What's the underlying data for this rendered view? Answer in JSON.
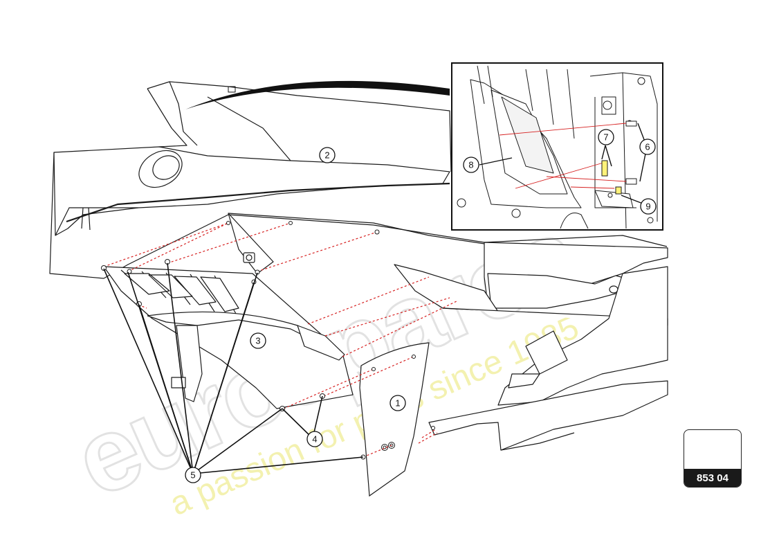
{
  "watermark": {
    "brand": "eurospares",
    "tagline": "a passion for parts since 1985"
  },
  "reference": {
    "code": "853 04"
  },
  "callouts": {
    "c1": "1",
    "c2": "2",
    "c3": "3",
    "c4": "4",
    "c5": "5",
    "c6": "6",
    "c7": "7",
    "c8": "8",
    "c9": "9"
  },
  "colors": {
    "line": "#1a1a1a",
    "leader": "#d62020",
    "watermark_outline": "#e2e2e2",
    "watermark_tagline": "#f2f0a8",
    "ref_label_bg": "#1a1a1a"
  }
}
